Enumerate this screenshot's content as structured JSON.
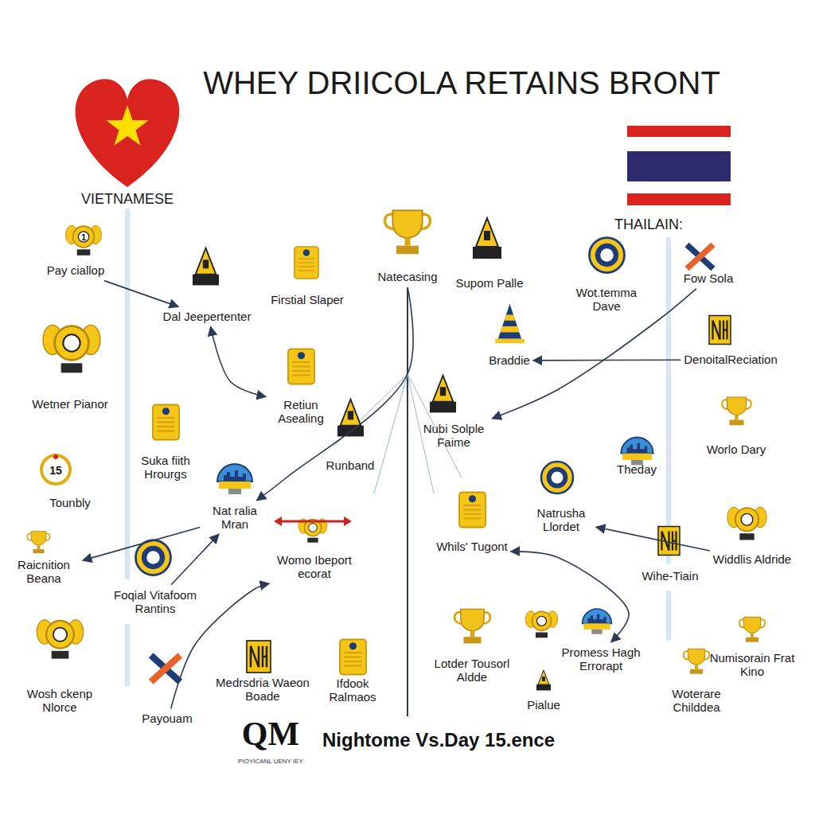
{
  "diagram": {
    "title": "WHEY DRIICOLA RETAINS BRONT",
    "caption": "Nightome Vs.Day 15.ence",
    "nodes": [
      {
        "text": [
          "VIETNAMESE"
        ]
      },
      {
        "text": [
          "THAILAIN:"
        ]
      },
      {
        "text": [
          "Pay ciallop"
        ]
      },
      {
        "text": [
          "Dal Jeepertenter"
        ]
      },
      {
        "text": [
          "Firstial Slaper"
        ]
      },
      {
        "text": [
          "Natecasing"
        ]
      },
      {
        "text": [
          "Supom Palle"
        ]
      },
      {
        "text": [
          "Wot.temma Dave"
        ]
      },
      {
        "text": [
          "Fow Sola"
        ]
      },
      {
        "text": [
          "Braddie"
        ]
      },
      {
        "text": [
          "DenoitalReciation"
        ]
      },
      {
        "text": [
          "Wetner Pianor"
        ]
      },
      {
        "text": [
          "Retiun Asealing"
        ]
      },
      {
        "text": [
          "Nubi Solple Faime"
        ]
      },
      {
        "text": [
          "Suka fiith Hrourgs"
        ]
      },
      {
        "text": [
          "Runband"
        ]
      },
      {
        "text": [
          "Tounbly"
        ]
      },
      {
        "text": [
          "Theday"
        ]
      },
      {
        "text": [
          "Worlo Dary"
        ]
      },
      {
        "text": [
          "Nat ralia Mran"
        ]
      },
      {
        "text": [
          "Natrusha Llordet"
        ]
      },
      {
        "text": [
          "Whils' Tugont"
        ]
      },
      {
        "text": [
          "Widdlis Aldride"
        ]
      },
      {
        "text": [
          "Wihe-Tiain"
        ]
      },
      {
        "text": [
          "Womo Ibeport ecorat"
        ]
      },
      {
        "text": [
          "Raicnition Beana"
        ]
      },
      {
        "text": [
          "Foqial Vitafoom Rantins"
        ]
      },
      {
        "text": [
          "Wosh ckenp Nlorce"
        ]
      },
      {
        "text": [
          "Payouam"
        ]
      },
      {
        "text": [
          "Medrsdria Waeon Boade"
        ]
      },
      {
        "text": [
          "Ifdook Ralmaos"
        ]
      },
      {
        "text": [
          "Lotder Tousorl Aldde"
        ]
      },
      {
        "text": [
          "Pialue"
        ]
      },
      {
        "text": [
          "Promess Hagh Errorapt"
        ]
      },
      {
        "text": [
          "Numisorain Frat Kino"
        ]
      },
      {
        "text": [
          "Woterare Childdea"
        ]
      }
    ],
    "edges": [
      {
        "from": 2,
        "to": 3,
        "arrow": "to"
      },
      {
        "from": 12,
        "to": 3,
        "arrow": "both"
      },
      {
        "from": 5,
        "to": 19,
        "arrow": "to"
      },
      {
        "from": 19,
        "to": 25,
        "arrow": "to"
      },
      {
        "from": 26,
        "to": 19,
        "arrow": "to"
      },
      {
        "from": 28,
        "to": 24,
        "arrow": "to"
      },
      {
        "from": 8,
        "to": 13,
        "arrow": "to"
      },
      {
        "from": 10,
        "to": 9,
        "arrow": "to"
      },
      {
        "from": 22,
        "to": 20,
        "arrow": "to"
      },
      {
        "from": 21,
        "to": 33,
        "arrow": "both"
      }
    ],
    "labels": [
      "1",
      "15",
      "QM",
      "PIOYICANL UENY IEY"
    ]
  }
}
